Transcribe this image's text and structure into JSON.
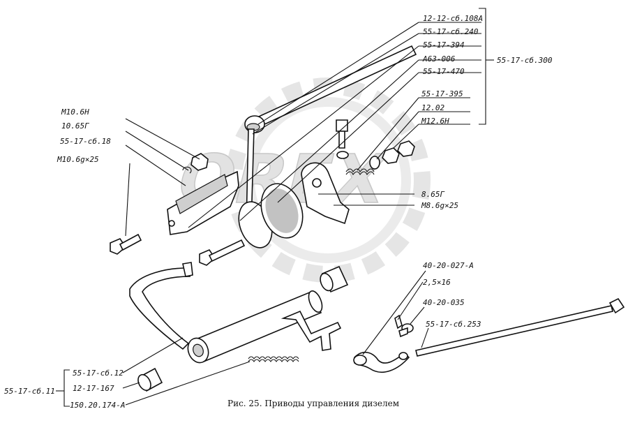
{
  "caption": "Рис. 25. Приводы управления дизелем",
  "watermark": "OREX",
  "colors": {
    "ink": "#111111",
    "watermark": "#d8d8d8",
    "background": "#ffffff"
  },
  "labels": {
    "l_12_12_sb108a": "12-12-сб.108А",
    "l_55_17_sb240": "55-17-сб.240",
    "l_55_17_394": "55-17-394",
    "l_a63_006": "А63-006",
    "l_55_17_470": "55-17-470",
    "l_55_17_sb300": "55-17-сб.300",
    "l_55_17_395": "55-17-395",
    "l_12_02": "12.02",
    "l_m12_6n": "М12.6Н",
    "l_m10_6n": "М10.6Н",
    "l_10_65g": "10.65Г",
    "l_55_17_sb18": "55-17-сб.18",
    "l_m10_6g25": "М10.6g×25",
    "l_8_65g": "8.65Г",
    "l_m8_6g25": "М8.6g×25",
    "l_40_20_027a": "40-20-027-А",
    "l_2_5x16": "2,5×16",
    "l_40_20_035": "40-20-035",
    "l_55_17_sb253": "55-17-сб.253",
    "l_55_17_sb12": "55-17-сб.12",
    "l_12_17_167": "12-17-167",
    "l_150_20_174a": "150.20.174-А",
    "l_55_17_sb11": "55-17-сб.11"
  }
}
